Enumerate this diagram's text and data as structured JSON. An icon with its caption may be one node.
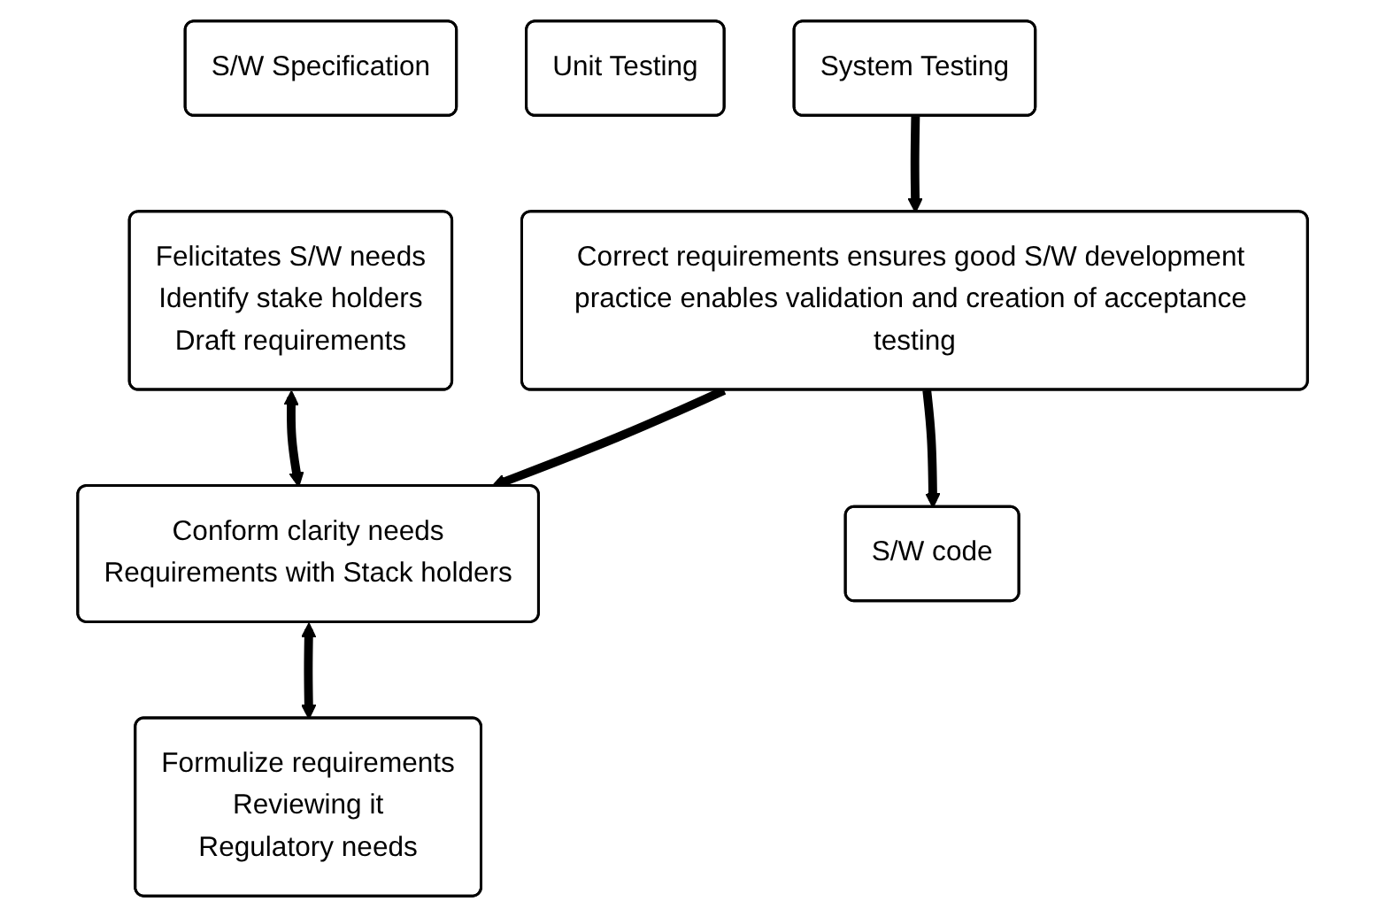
{
  "diagram": {
    "nodes": [
      {
        "text": [
          "Felicitates S/W needs",
          "Identify stake holders",
          "Draft requirements"
        ]
      },
      {
        "text": [
          "Conform clarity needs",
          "Requirements with Stack holders"
        ]
      },
      {
        "text": [
          "Formulize requirements",
          "Reviewing it",
          "Regulatory needs"
        ]
      },
      {
        "text": [
          "Correct requirements ensures good S/W development practice enables validation and creation of acceptance testing"
        ]
      },
      {
        "text": [
          "S/W Specification"
        ]
      },
      {
        "text": [
          "S/W code"
        ]
      },
      {
        "text": [
          "Unit Testing"
        ]
      },
      {
        "text": [
          "System Testing"
        ]
      }
    ],
    "edges": [
      {
        "from": 0,
        "to": 1,
        "arrow": "both"
      },
      {
        "from": 1,
        "to": 2,
        "arrow": "both"
      },
      {
        "from": 3,
        "to": 1,
        "arrow": "to"
      },
      {
        "from": 3,
        "to": 5,
        "arrow": "to"
      },
      {
        "from": 7,
        "to": 3,
        "arrow": "to"
      }
    ]
  }
}
